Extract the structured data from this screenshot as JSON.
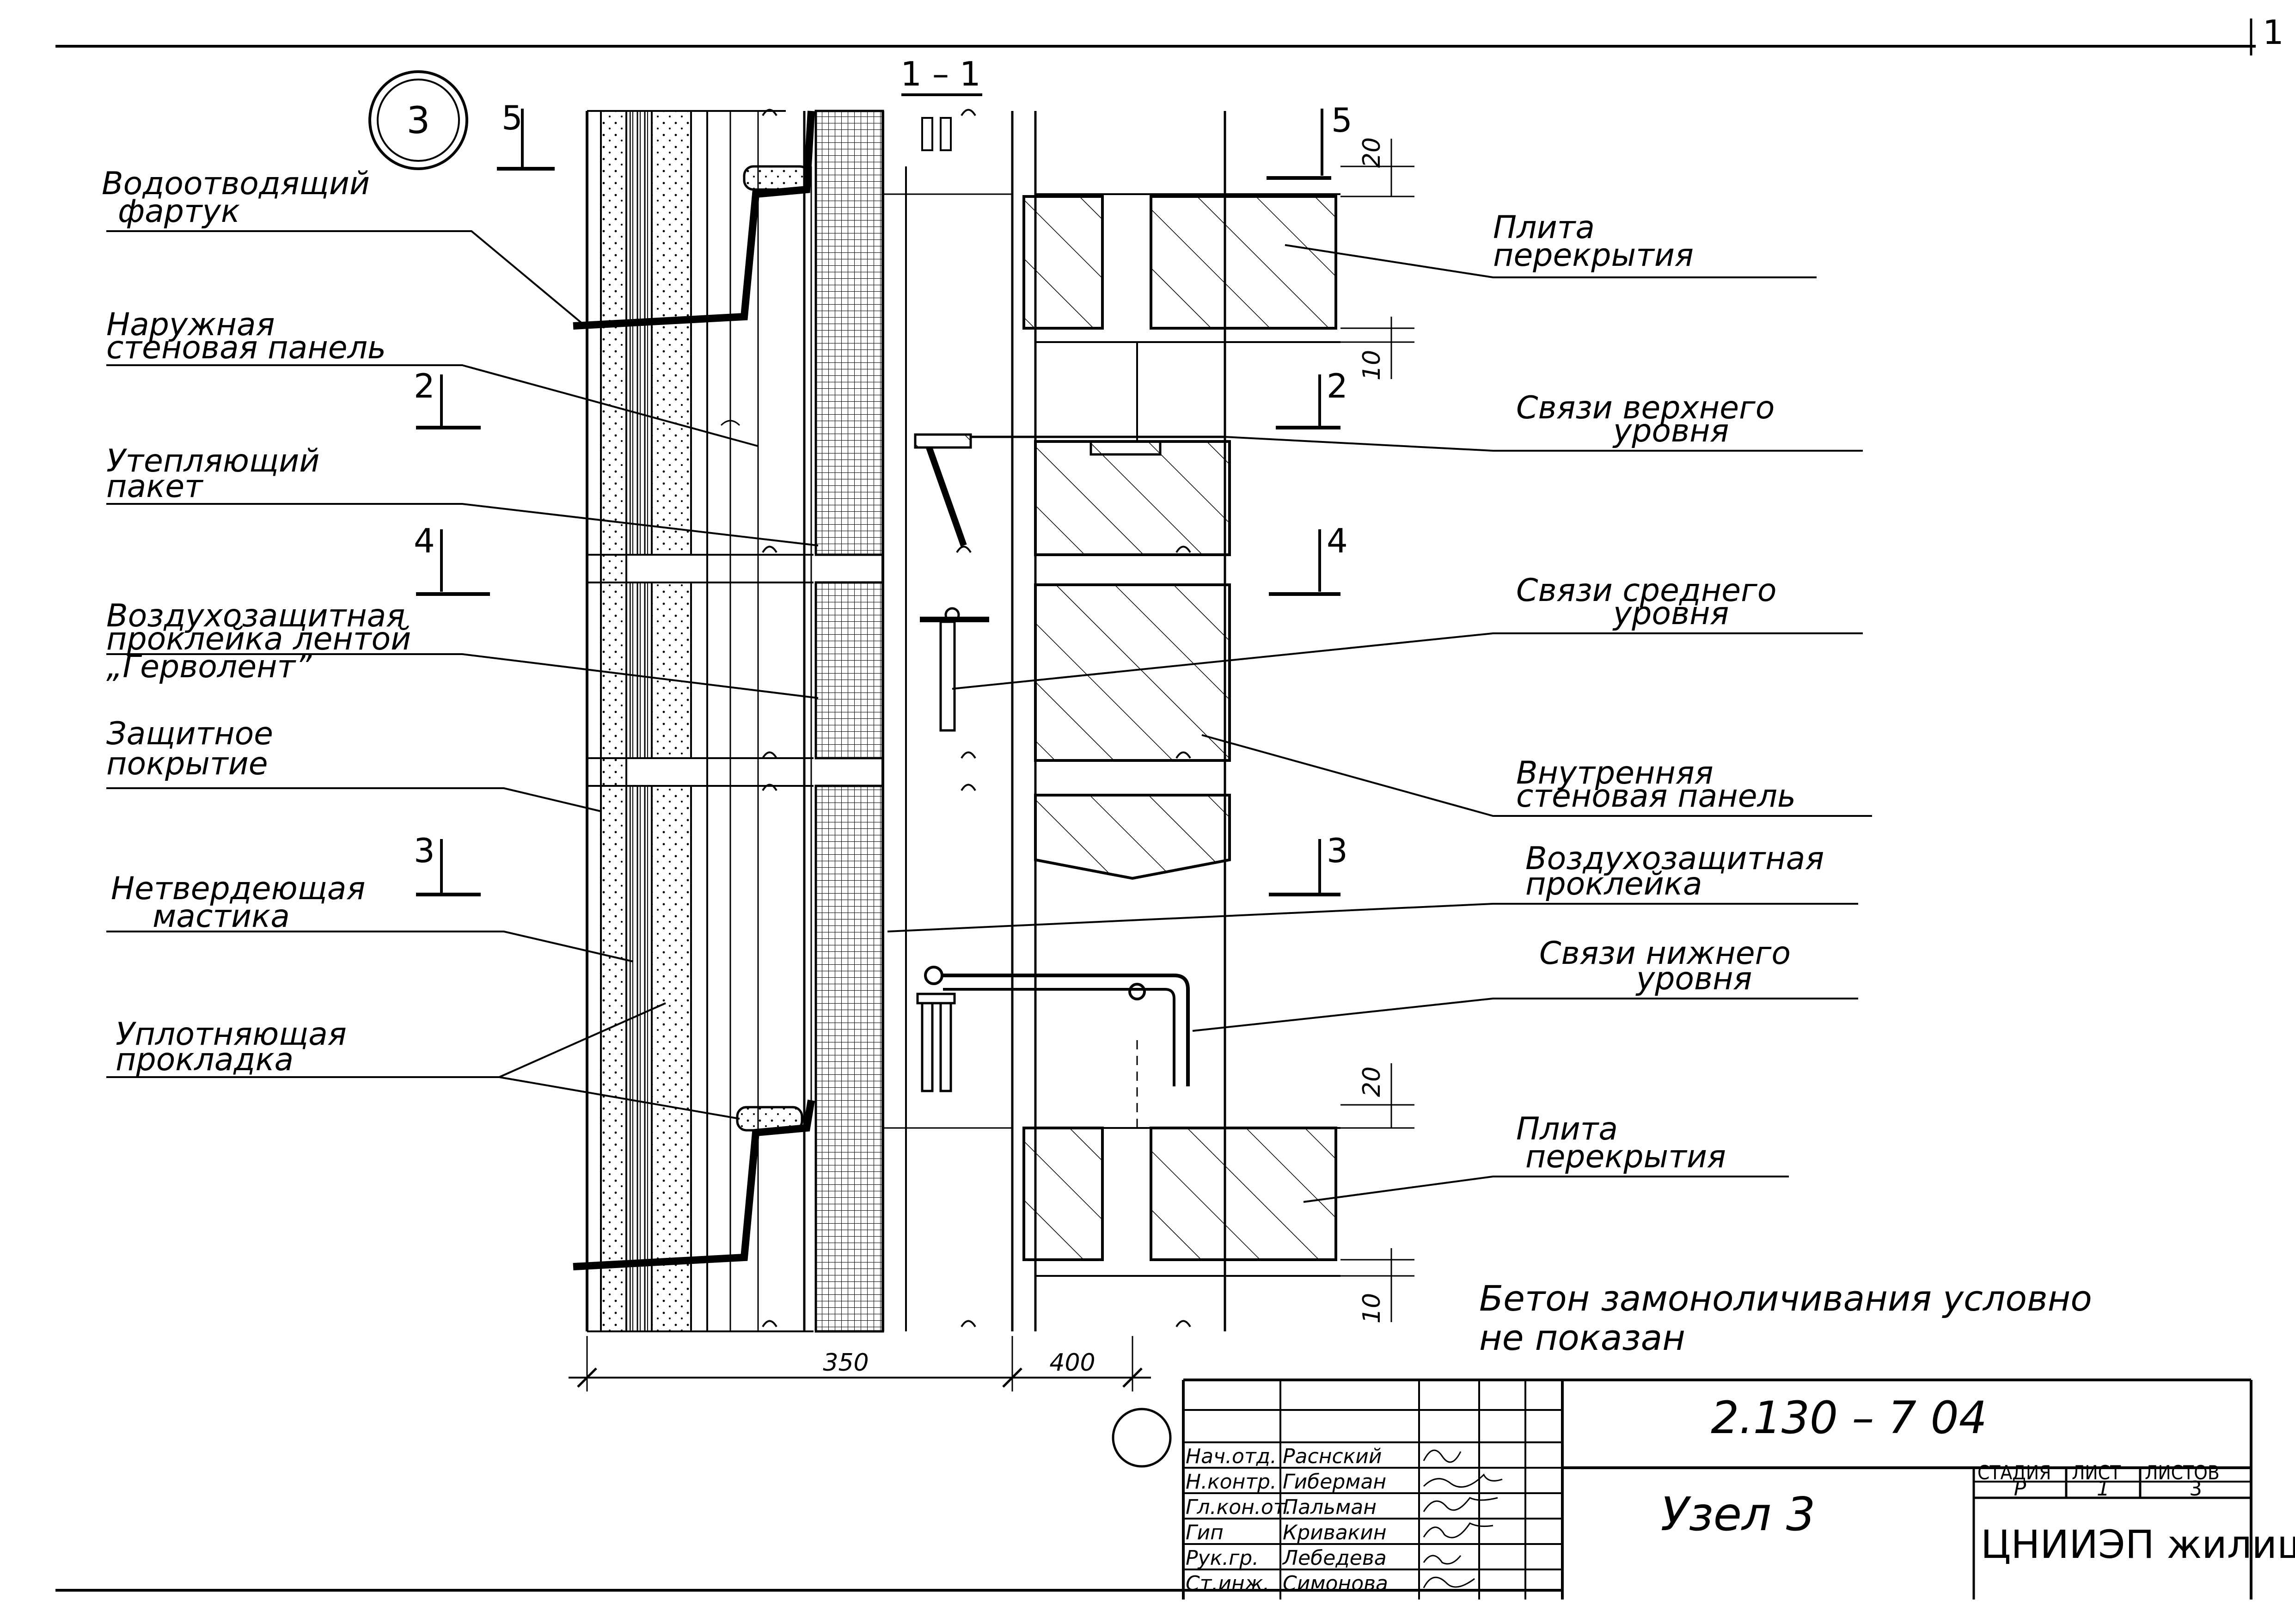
{
  "page_number": "1",
  "node_number": "3",
  "section": {
    "label": "1 – 1"
  },
  "cut_marks": {
    "five": "5",
    "two": "2",
    "four": "4",
    "three": "3"
  },
  "labels": {
    "drip_apron": [
      "Водоотводящий",
      "фартук"
    ],
    "outer_panel": [
      "Наружная",
      "стеновая панель"
    ],
    "insulation": [
      "Утепляющий",
      "пакет"
    ],
    "air_tape": [
      "Воздухозащитная",
      "проклейка лентой",
      "„Герволент”"
    ],
    "protective_coating": [
      "Защитное",
      "покрытие"
    ],
    "mastic": [
      "Нетвердеющая",
      "мастика"
    ],
    "gasket": [
      "Уплотняющая",
      "прокладка"
    ],
    "floor_slab_top": [
      "Плита",
      "перекрытия"
    ],
    "ties_upper": [
      "Связи верхнего",
      "уровня"
    ],
    "ties_middle": [
      "Связи среднего",
      "уровня"
    ],
    "inner_panel": [
      "Внутренняя",
      "стеновая панель"
    ],
    "air_sealing": [
      "Воздухозащитная",
      "проклейка"
    ],
    "ties_lower": [
      "Связи нижнего",
      "уровня"
    ],
    "floor_slab_bottom": [
      "Плита",
      "перекрытия"
    ]
  },
  "dimensions": {
    "d20_top": "20",
    "d10_top": "10",
    "d20_bottom": "20",
    "d10_bottom": "10",
    "d350": "350",
    "d400": "400"
  },
  "note": [
    "Бетон замоноличивания  условно",
    "не показан"
  ],
  "title_block": {
    "doc_code": "2.130 – 7  04",
    "title": "Узел 3",
    "stage_header": "СТАДИЯ",
    "sheet_header": "ЛИСТ",
    "sheets_header": "ЛИСТОВ",
    "stage": "Р",
    "sheet": "1",
    "sheets": "3",
    "organization": "ЦНИИЭП жилища",
    "signatures": [
      {
        "role": "Нач.отд.",
        "name": "Раснский"
      },
      {
        "role": "Н.контр.",
        "name": "Гиберман"
      },
      {
        "role": "Гл.кон.от.",
        "name": "Пальман"
      },
      {
        "role": "Гип",
        "name": "Кривакин"
      },
      {
        "role": "Рук.гр.",
        "name": "Лебедева"
      },
      {
        "role": "Ст.инж.",
        "name": "Симонова"
      }
    ]
  }
}
